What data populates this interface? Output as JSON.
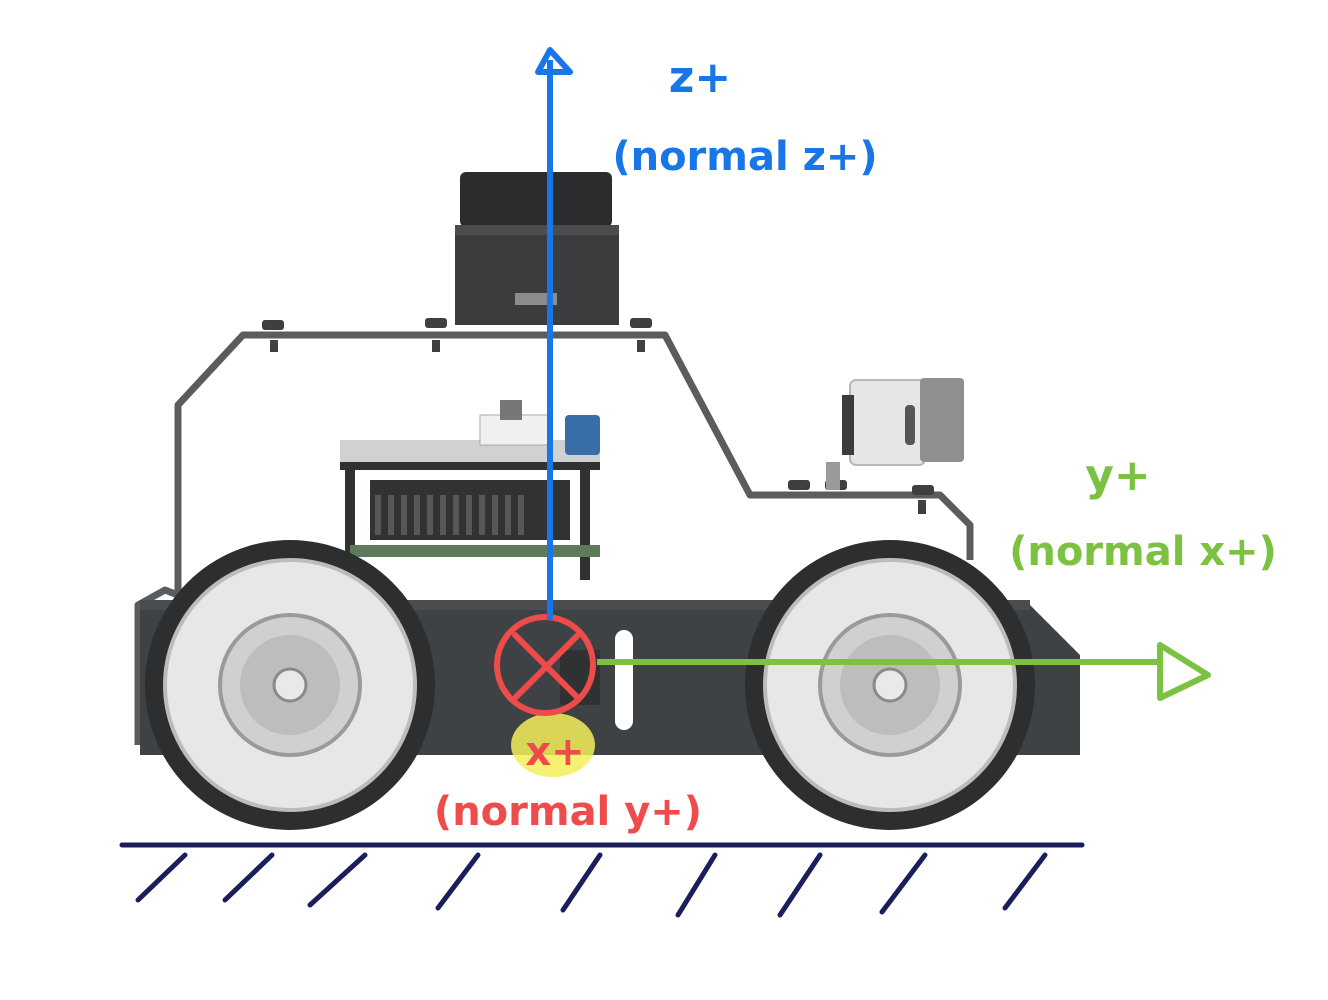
{
  "axes": {
    "z": {
      "label": "z+",
      "normal_label": "(normal z+)",
      "color": "#1976e6"
    },
    "y": {
      "label": "y+",
      "normal_label": "(normal x+)",
      "color": "#7cc242"
    },
    "x": {
      "label": "x+",
      "normal_label": "(normal y+)",
      "color": "#ee4b4b",
      "highlight_color": "#f4ee5a"
    }
  },
  "robot": {
    "body_color": "#3f4245",
    "frame_color": "#5a5c5e",
    "wheel_color": "#e7e7e7",
    "wheel_hub_color": "#bdbdbd",
    "lidar_color": "#333537",
    "board_accent": "#3a6ea8"
  },
  "ground": {
    "color": "#1a1f5c"
  }
}
